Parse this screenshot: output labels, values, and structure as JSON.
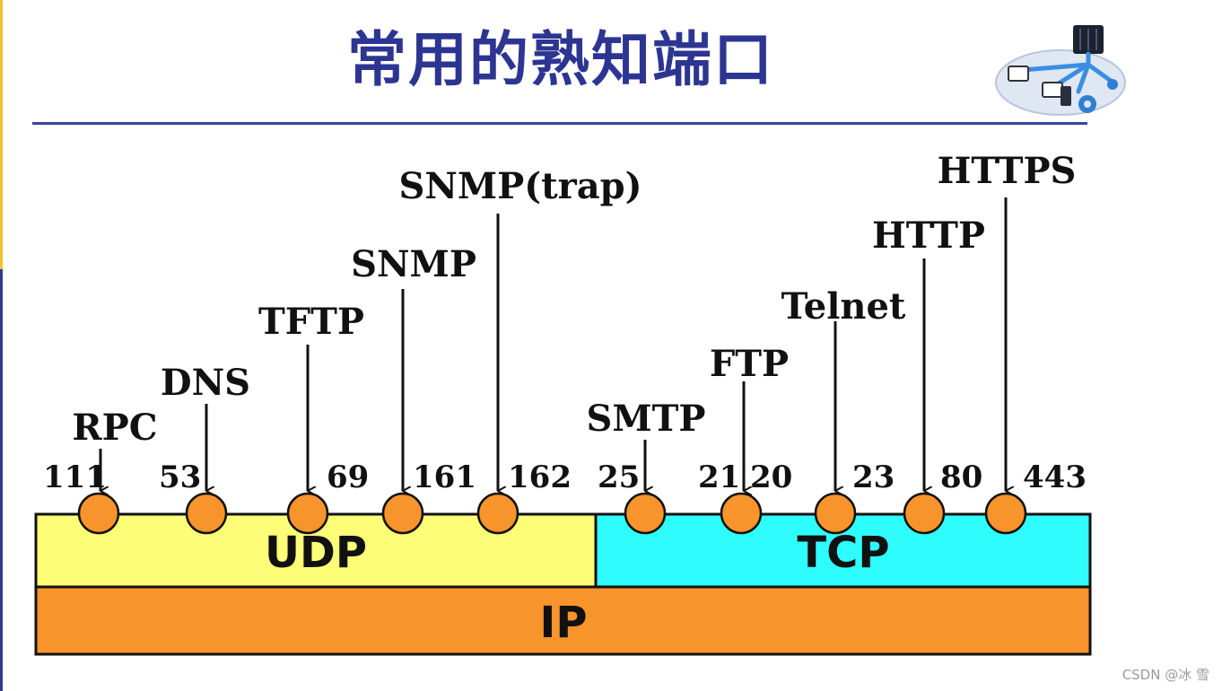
{
  "title": "常用的熟知端口",
  "layers": {
    "udp": "UDP",
    "tcp": "TCP",
    "ip": "IP"
  },
  "colors": {
    "title": "#2d3592",
    "udp_fill": "#fdfd78",
    "tcp_fill": "#2ffcfc",
    "ip_fill": "#f7942c",
    "port_circle": "#f7942c"
  },
  "ports": [
    {
      "port": "111",
      "protocol": "RPC",
      "layer": "UDP"
    },
    {
      "port": "53",
      "protocol": "DNS",
      "layer": "UDP"
    },
    {
      "port": "69",
      "protocol": "TFTP",
      "layer": "UDP"
    },
    {
      "port": "161",
      "protocol": "SNMP",
      "layer": "UDP"
    },
    {
      "port": "162",
      "protocol": "SNMP(trap)",
      "layer": "UDP"
    },
    {
      "port": "25",
      "protocol": "SMTP",
      "layer": "TCP"
    },
    {
      "port": "21",
      "protocol": "FTP",
      "layer": "TCP"
    },
    {
      "port": "20",
      "protocol": "",
      "layer": "TCP"
    },
    {
      "port": "23",
      "protocol": "Telnet",
      "layer": "TCP"
    },
    {
      "port": "80",
      "protocol": "HTTP",
      "layer": "TCP"
    },
    {
      "port": "443",
      "protocol": "HTTPS",
      "layer": "TCP"
    }
  ],
  "watermark": "CSDN @冰 雪",
  "icons": {
    "header": "network-server-icon"
  }
}
